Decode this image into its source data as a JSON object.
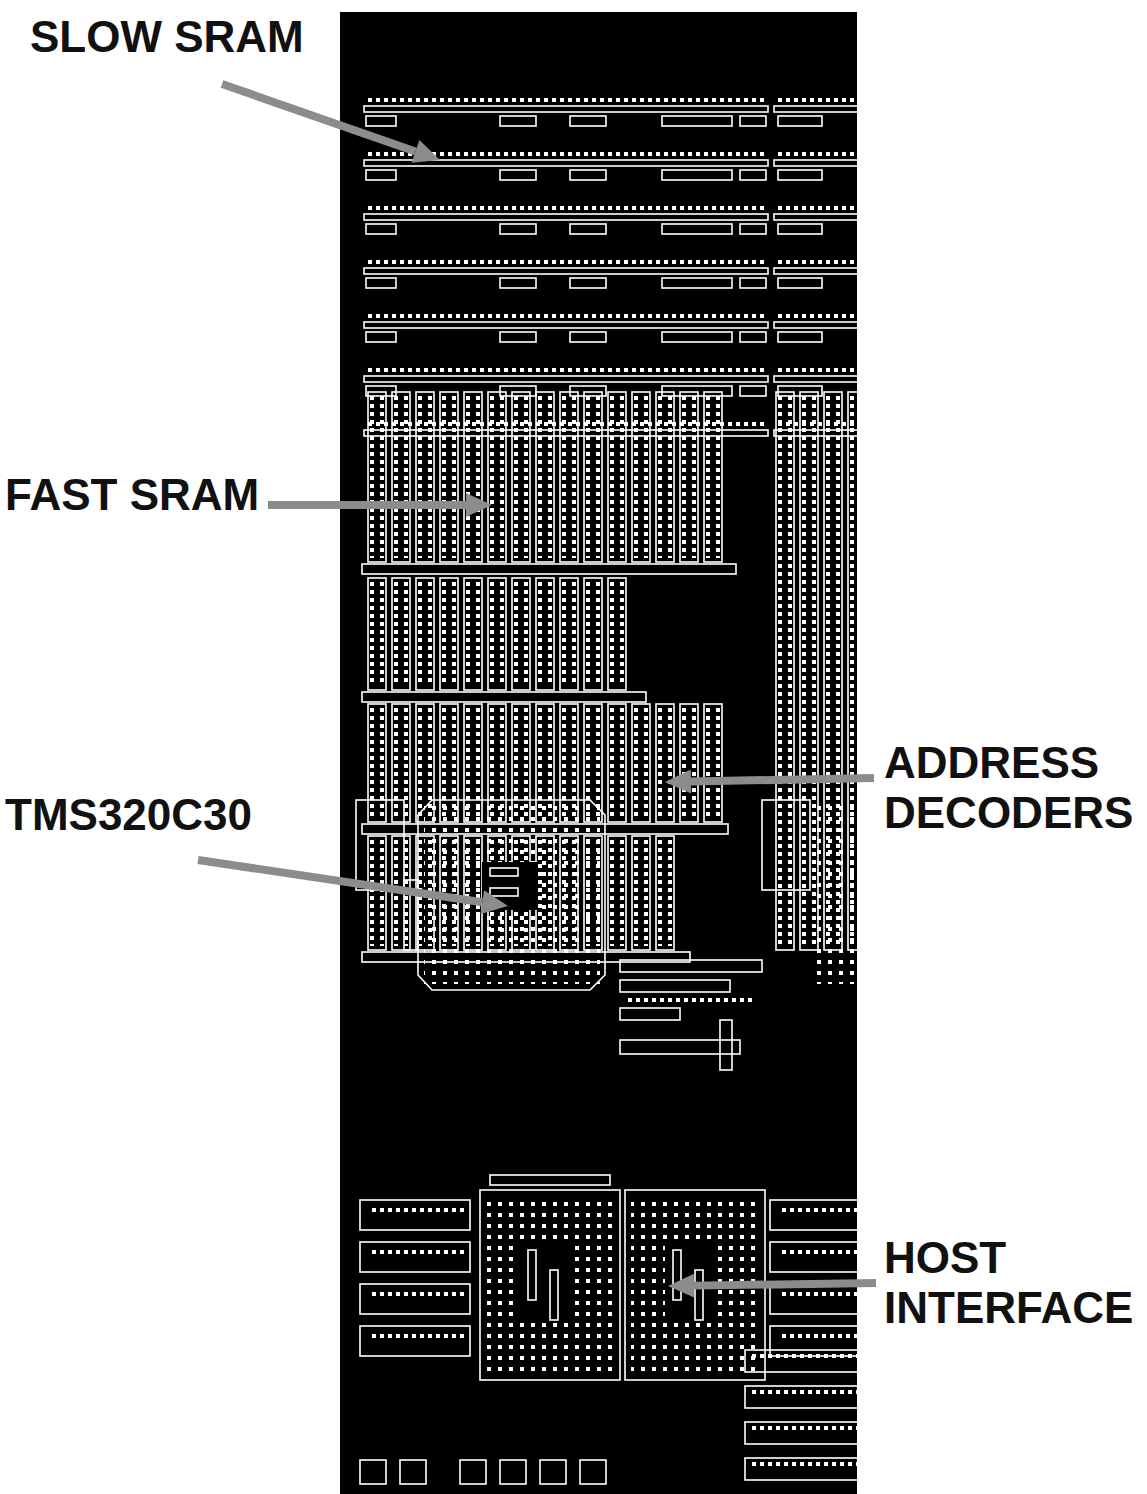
{
  "diagram": {
    "labels": [
      "SLOW SRAM",
      "FAST SRAM",
      "ADDRESS DECODERS",
      "TMS320C30",
      "HOST INTERFACE"
    ]
  }
}
